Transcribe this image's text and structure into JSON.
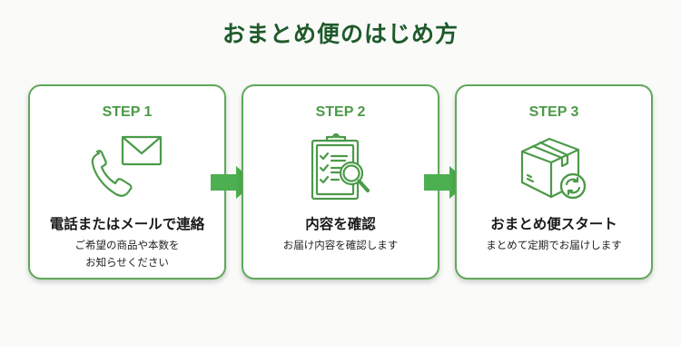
{
  "title": "おまとめ便のはじめ方",
  "colors": {
    "title": "#1f5a2a",
    "accent": "#4c9a48",
    "card_border": "#5fa85a",
    "arrow": "#4caf50"
  },
  "steps": [
    {
      "label": "STEP 1",
      "icon": "phone-mail-icon",
      "heading": "電話またはメールで連絡",
      "desc_lines": [
        "ご希望の商品や本数を",
        "お知らせください"
      ]
    },
    {
      "label": "STEP 2",
      "icon": "clipboard-search-icon",
      "heading": "内容を確認",
      "desc_lines": [
        "お届け内容を確認します"
      ]
    },
    {
      "label": "STEP 3",
      "icon": "box-refresh-icon",
      "heading": "おまとめ便スタート",
      "desc_lines": [
        "まとめて定期でお届けします"
      ]
    }
  ],
  "arrows": [
    "arrow-right-icon",
    "arrow-right-icon"
  ]
}
